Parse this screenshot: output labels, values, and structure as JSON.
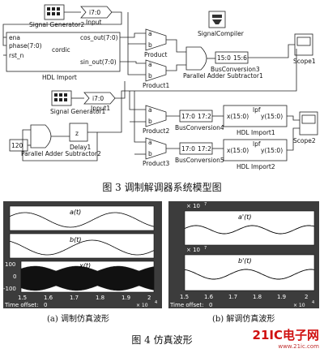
{
  "model": {
    "signal_generator2": "Signal Generator2",
    "input_value": "i7:0",
    "input_label": "Input",
    "signal_compiler": "SignalCompiler",
    "hdl_import_ports_in": [
      "ena",
      "phase(7:0)",
      "rst_n"
    ],
    "hdl_import_ports_out": [
      "cos_out(7:0)",
      "sin_out(7:0)"
    ],
    "hdl_import_center": "cordic",
    "hdl_import_label": "HDL Import",
    "product_label": "Product",
    "product1_label": "Product1",
    "parallel_adder1": "Parallel\nAdder Subtractor1",
    "bus_conv3_in": "15:0",
    "bus_conv3_out": "15:6",
    "bus_conv3_label": "BusConversion3",
    "scope1_label": "Scope1",
    "signal_generator1": "Signal\nGenerator1",
    "input1_value": "i7:0",
    "input1_label": "Input1",
    "const_value": "120",
    "parallel_adder2": "Parallel\nAdder Subtractor2",
    "delay_text": "z",
    "delay_label": "Delay1",
    "product2_label": "Product2",
    "product3_label": "Product3",
    "bus_conv4_in": "17:0",
    "bus_conv4_out": "17:2",
    "bus_conv4_label": "BusConversion4",
    "bus_conv5_in": "17:0",
    "bus_conv5_out": "17:2",
    "bus_conv5_label": "BusConversion5",
    "hdl_import1_in": "x(15:0)",
    "hdl_import1_out": "y(15:0)",
    "hdl_import1_center": "lpf",
    "hdl_import1_label": "HDL Import1",
    "hdl_import2_label": "HDL Import2",
    "scope2_label": "Scope2",
    "port_a": "a",
    "port_b": "b"
  },
  "fig3_caption": "图 3  调制解调器系统模型图",
  "left_panel": {
    "plot1_title": "a(t)",
    "plot2_title": "b(t)",
    "plot3_title": "x(t)",
    "plot3_ticks": [
      "100",
      "0",
      "-100"
    ],
    "x_ticks": [
      "1.5",
      "1.6",
      "1.7",
      "1.8",
      "1.9",
      "2"
    ],
    "exponent": "× 10",
    "exponent_power": "4",
    "time_offset": "Time offset:",
    "time_offset_value": "0"
  },
  "right_panel": {
    "multiplier": "× 10",
    "multiplier_power": "7",
    "plot1_title": "a'(t)",
    "plot2_title": "b'(t)",
    "x_ticks": [
      "1.5",
      "1.6",
      "1.7",
      "1.8",
      "1.9",
      "2"
    ],
    "exponent": "× 10",
    "exponent_power": "4",
    "time_offset": "Time offset:",
    "time_offset_value": "0"
  },
  "sub_a": "(a) 调制仿真波形",
  "sub_b": "(b) 解调仿真波形",
  "fig4_caption": "图 4    仿真波形",
  "watermark": {
    "text": "21IC电子网",
    "small": "www.21ic.com"
  }
}
